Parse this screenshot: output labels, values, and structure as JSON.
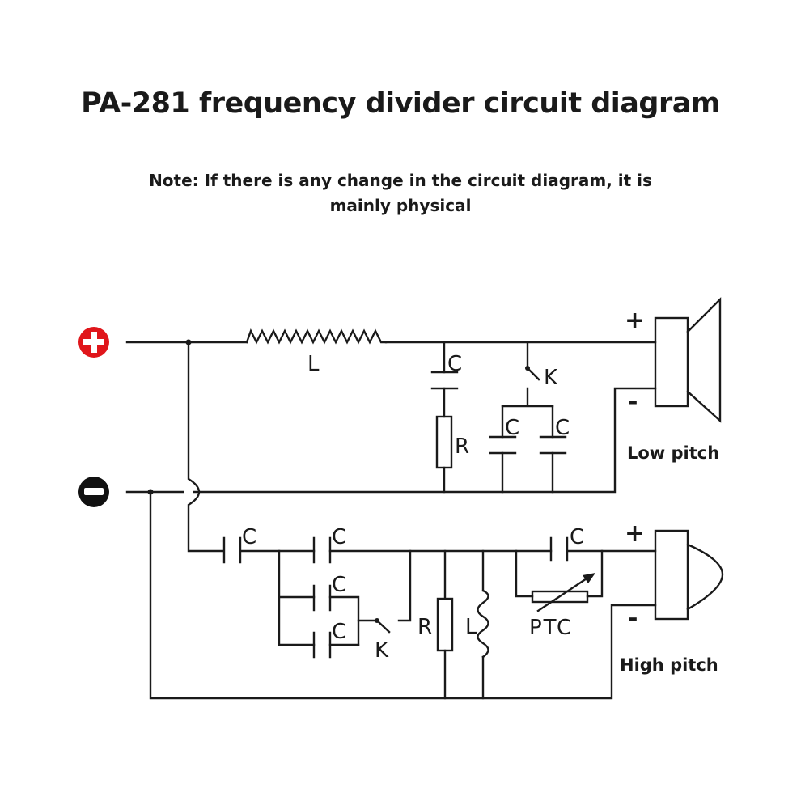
{
  "header": {
    "title": "PA-281 frequency divider circuit diagram",
    "note": "Note: If there is any change in the circuit diagram, it is mainly physical"
  },
  "terminals": {
    "positive": {
      "symbol": "+",
      "color": "#e0161b",
      "icon": "plus-circle-icon"
    },
    "negative": {
      "symbol": "−",
      "color": "#111111",
      "icon": "minus-circle-icon"
    }
  },
  "low_section": {
    "inductor_label": "L",
    "cap_label": "C",
    "resistor_label": "R",
    "switch_label": "K",
    "cap_a_label": "C",
    "cap_b_label": "C",
    "speaker_plus": "+",
    "speaker_minus": "-",
    "speaker_label": "Low pitch"
  },
  "high_section": {
    "cap1_label": "C",
    "cap2_label": "C",
    "cap3_label": "C",
    "cap4_label": "C",
    "switch_label": "K",
    "resistor_label": "R",
    "inductor_label": "L",
    "cap5_label": "C",
    "ptc_label": "PTC",
    "speaker_plus": "+",
    "speaker_minus": "-",
    "speaker_label": "High pitch"
  }
}
